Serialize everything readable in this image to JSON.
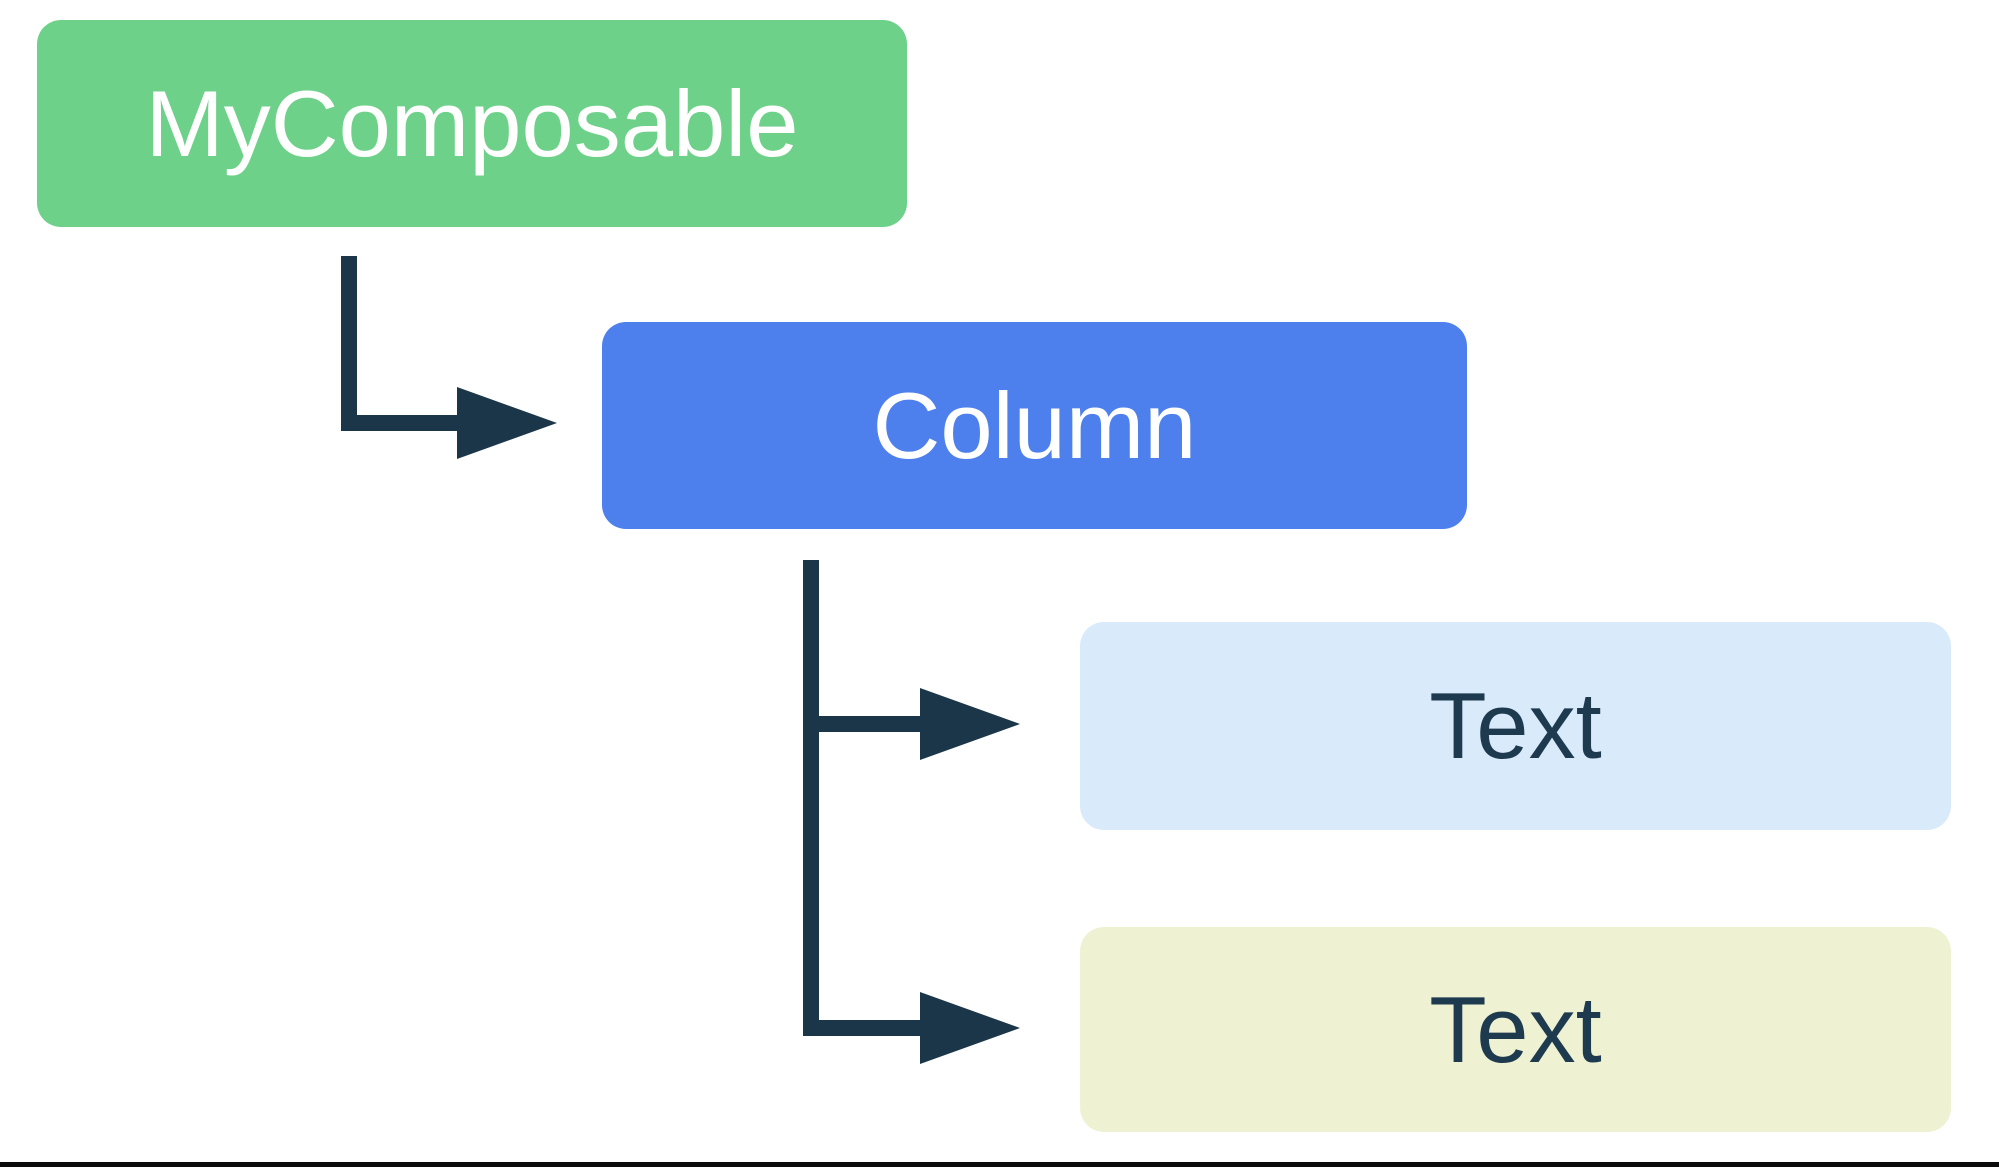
{
  "canvas": {
    "background": "#ffffff",
    "bottom_rule_color": "#0b0b0b"
  },
  "diagram": {
    "arrow_color": "#1b3649",
    "nodes": [
      {
        "id": "mycomposable",
        "label": "MyComposable",
        "bg": "#6ed189",
        "text_color": "#ffffff"
      },
      {
        "id": "column",
        "label": "Column",
        "bg": "#4d80ed",
        "text_color": "#ffffff"
      },
      {
        "id": "text-1",
        "label": "Text",
        "bg": "#d9eafb",
        "text_color": "#1d3a4e"
      },
      {
        "id": "text-2",
        "label": "Text",
        "bg": "#eef2d3",
        "text_color": "#1d3a4e"
      }
    ]
  }
}
